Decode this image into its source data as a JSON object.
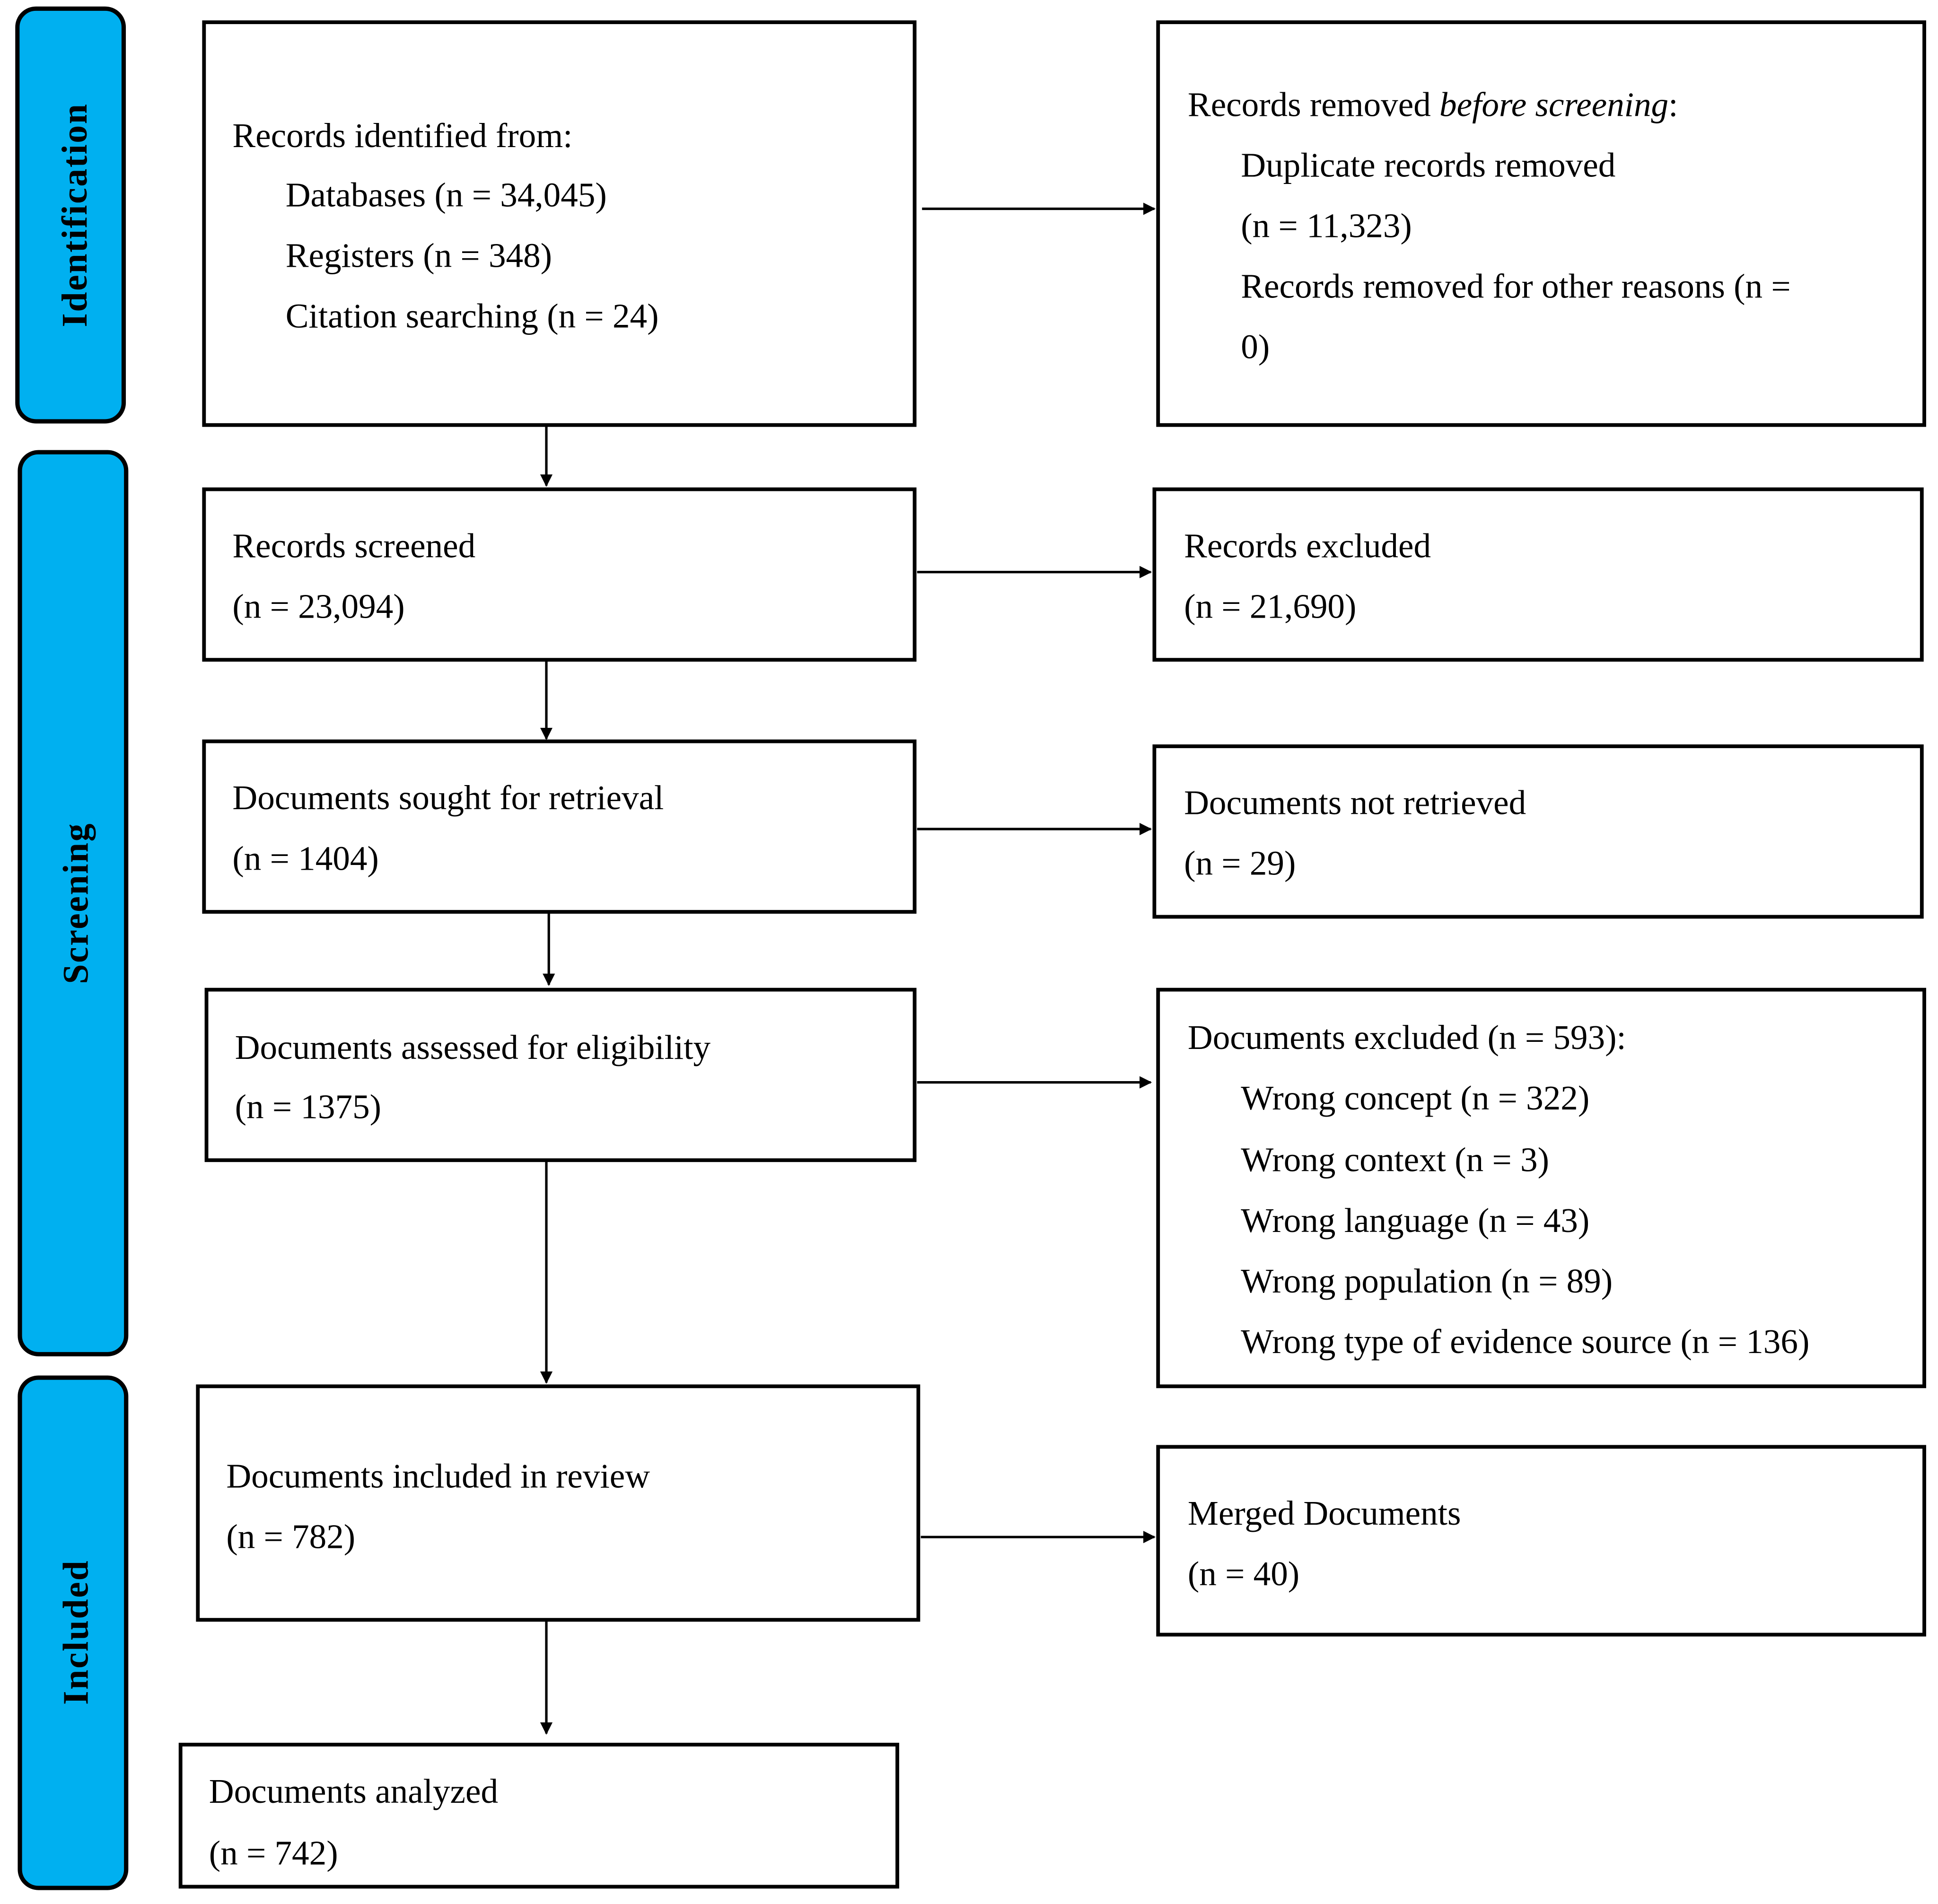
{
  "colors": {
    "phase_fill": "#00B0F0",
    "stroke": "#000000"
  },
  "phases": {
    "identification": "Identification",
    "screening": "Screening",
    "included": "Included"
  },
  "identification": {
    "title": "Records identified from:",
    "databases": "Databases (n = 34,045)",
    "registers": "Registers (n = 348)",
    "citation": "Citation searching (n = 24)"
  },
  "removed": {
    "title_prefix": "Records removed ",
    "title_italic": "before screening",
    "title_suffix": ":",
    "duplicates": "Duplicate records removed",
    "duplicates_n": "(n = 11,323)",
    "other": "Records removed for other reasons (n =",
    "other_n": "0)"
  },
  "screened": {
    "label": "Records screened",
    "n": "(n = 23,094)"
  },
  "excluded": {
    "label": "Records excluded",
    "n": "(n = 21,690)"
  },
  "sought": {
    "label": "Documents sought for retrieval",
    "n": "(n = 1404)"
  },
  "not_retrieved": {
    "label": "Documents not retrieved",
    "n": "(n = 29)"
  },
  "assessed": {
    "label": "Documents assessed for eligibility",
    "n": "(n = 1375)"
  },
  "docs_excluded": {
    "title": "Documents excluded (n = 593):",
    "reasons": [
      "Wrong concept (n = 322)",
      "Wrong context (n = 3)",
      "Wrong language (n = 43)",
      "Wrong population (n = 89)",
      "Wrong type of evidence source (n = 136)"
    ]
  },
  "included": {
    "label": "Documents included in review",
    "n": "(n = 782)"
  },
  "merged": {
    "label": "Merged Documents",
    "n": "(n = 40)"
  },
  "analyzed": {
    "label": "Documents analyzed",
    "n": "(n = 742)"
  }
}
